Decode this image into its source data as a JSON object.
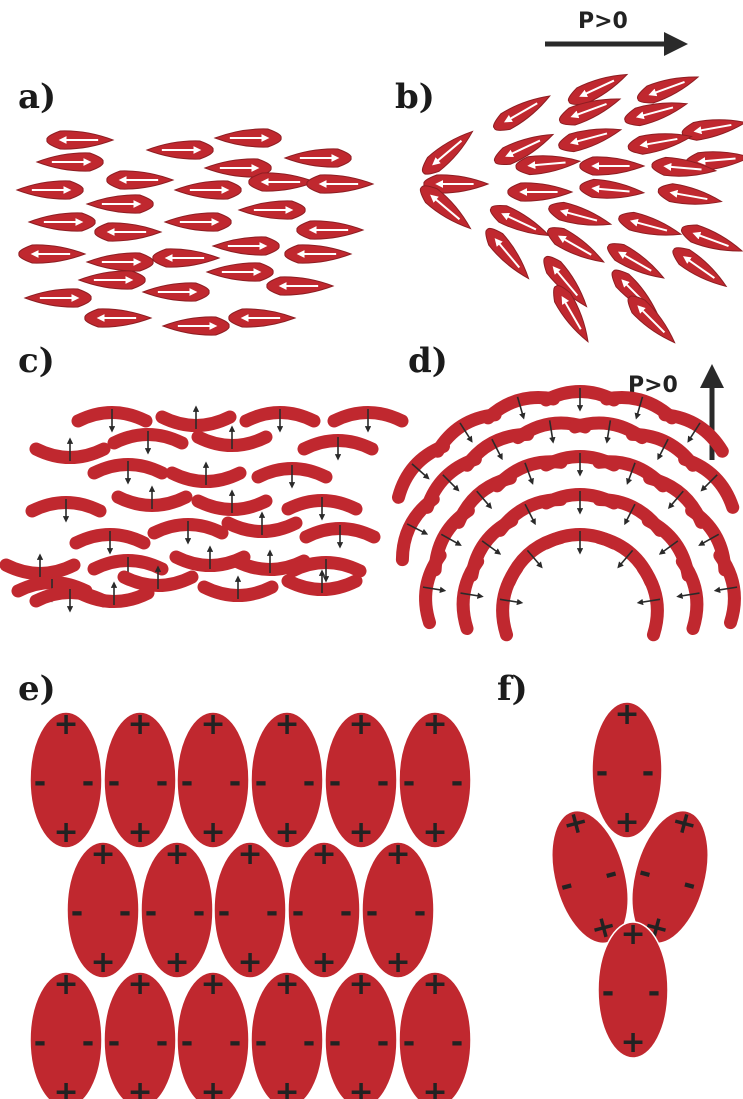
{
  "colors": {
    "particle": "#c0282f",
    "particle_stroke": "#8e1d22",
    "arrow_dark": "#2a2a2a",
    "arrow_light": "#ffffff"
  },
  "panels": {
    "a": {
      "label": "a)",
      "shape": "teardrop",
      "state": "apolar aligned"
    },
    "b": {
      "label": "b)",
      "shape": "teardrop",
      "state": "polar splay",
      "polarity_label": "P>0",
      "polarity_direction": "right"
    },
    "c": {
      "label": "c)",
      "shape": "bent-core",
      "state": "apolar aligned"
    },
    "d": {
      "label": "d)",
      "shape": "bent-core",
      "state": "polar bend",
      "polarity_label": "P>0",
      "polarity_direction": "up"
    },
    "e": {
      "label": "e)",
      "shape": "ellipse",
      "state": "quadrupolar lattice",
      "signs": {
        "plus": "+",
        "minus": "-"
      }
    },
    "f": {
      "label": "f)",
      "shape": "ellipse",
      "state": "quadrupolar cluster",
      "signs": {
        "plus": "+",
        "minus": "-"
      }
    }
  }
}
